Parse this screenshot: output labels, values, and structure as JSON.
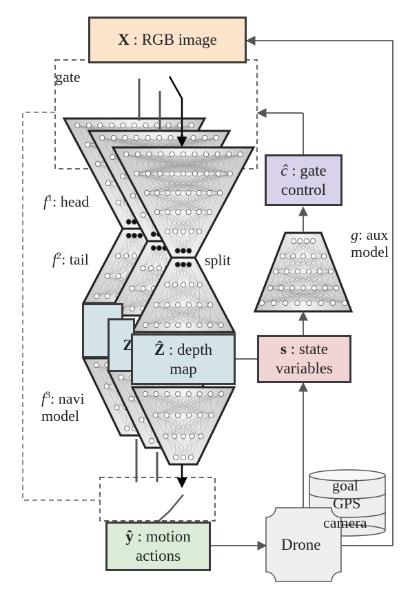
{
  "nodes": {
    "x_box": {
      "sym": "X",
      "text": " : RGB image",
      "color": "#fbe3cc"
    },
    "gate_control": {
      "sym": "ĉ",
      "text1": " : gate",
      "text2": "control",
      "color": "#d9d2ea"
    },
    "state_vars": {
      "sym": "s",
      "text1": " : state",
      "text2": "variables",
      "color": "#f1d4d4"
    },
    "depth_map": {
      "sym": "Ẑ",
      "text1": " : depth",
      "text2": "map",
      "color": "#d3e3e8"
    },
    "motion": {
      "sym": "ŷ",
      "text1": " : motion",
      "text2": "actions",
      "color": "#dcebd8"
    },
    "drone": {
      "text": "Drone",
      "color": "#efefef"
    },
    "back_z1": {
      "text": "Z"
    },
    "back_z2": {
      "text": "Z"
    }
  },
  "labels": {
    "gate": "gate",
    "head_f": "f",
    "head_sup": "1",
    "head_text": ": head",
    "tail_f": "f",
    "tail_sup": "2",
    "tail_text": ": tail",
    "navi_f": "f",
    "navi_sup": "3",
    "navi_text1": ": navi",
    "navi_text2": "model",
    "split": "split",
    "aux_g": "g",
    "aux_text1": ": aux",
    "aux_text2": "model"
  },
  "sensors": [
    "goal",
    "GPS",
    "camera"
  ]
}
